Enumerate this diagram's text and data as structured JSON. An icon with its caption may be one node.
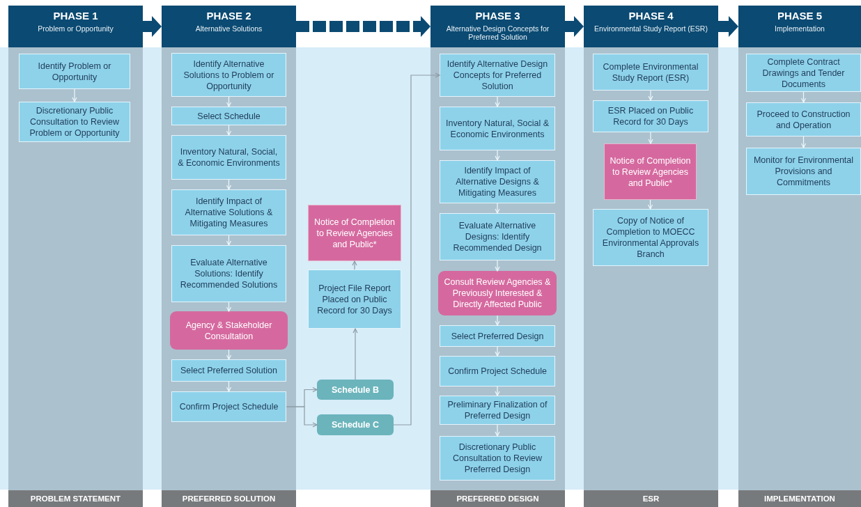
{
  "diagram": {
    "nodes": [
      {
        "text": [
          "PHASE 1",
          "Problem or Opportunity",
          "PROBLEM STATEMENT"
        ]
      },
      {
        "text": [
          "Identify Problem or Opportunity"
        ],
        "in": 0
      },
      {
        "text": [
          "Discretionary Public Consultation to Review Problem or Opportunity"
        ],
        "in": 0
      },
      {
        "text": [
          "PHASE 2",
          "Alternative Solutions",
          "PREFERRED SOLUTION"
        ]
      },
      {
        "text": [
          "Identify Alternative Solutions to Problem or Opportunity"
        ],
        "in": 3
      },
      {
        "text": [
          "Select Schedule"
        ],
        "in": 3
      },
      {
        "text": [
          "Inventory Natural, Social, & Economic Environments"
        ],
        "in": 3
      },
      {
        "text": [
          "Identify Impact of Alternative Solutions & Mitigating Measures"
        ],
        "in": 3
      },
      {
        "text": [
          "Evaluate Alternative Solutions: Identify Recommended Solutions"
        ],
        "in": 3
      },
      {
        "text": [
          "Agency & Stakeholder Consultation"
        ],
        "in": 3
      },
      {
        "text": [
          "Select Preferred Solution"
        ],
        "in": 3
      },
      {
        "text": [
          "Confirm Project Schedule"
        ],
        "in": 3
      },
      {
        "text": [
          "Notice of Completion to Review Agencies and Public*"
        ]
      },
      {
        "text": [
          "Project File Report Placed on Public Record for 30 Days"
        ]
      },
      {
        "text": [
          "Schedule B"
        ]
      },
      {
        "text": [
          "Schedule C"
        ]
      },
      {
        "text": [
          "PHASE 3",
          "Alternative Design Concepts for Preferred Solution",
          "PREFERRED DESIGN"
        ]
      },
      {
        "text": [
          "Identify Alternative Design Concepts for Preferred Solution"
        ],
        "in": 16
      },
      {
        "text": [
          "Inventory Natural, Social & Economic Environments"
        ],
        "in": 16
      },
      {
        "text": [
          "Identify Impact of Alternative Designs & Mitigating Measures"
        ],
        "in": 16
      },
      {
        "text": [
          "Evaluate Alternative Designs: Identify Recommended Design"
        ],
        "in": 16
      },
      {
        "text": [
          "Consult Review Agencies & Previously Interested & Directly Affected Public"
        ],
        "in": 16
      },
      {
        "text": [
          "Select Preferred Design"
        ],
        "in": 16
      },
      {
        "text": [
          "Confirm Project Schedule"
        ],
        "in": 16
      },
      {
        "text": [
          "Preliminary Finalization of Preferred Design"
        ],
        "in": 16
      },
      {
        "text": [
          "Discretionary Public Consultation to Review Preferred Design"
        ],
        "in": 16
      },
      {
        "text": [
          "PHASE 4",
          "Environmental Study Report (ESR)",
          "ESR"
        ]
      },
      {
        "text": [
          "Complete Environmental Study Report (ESR)"
        ],
        "in": 26
      },
      {
        "text": [
          "ESR Placed on Public Record for 30 Days"
        ],
        "in": 26
      },
      {
        "text": [
          "Notice of Completion to Review Agencies and Public*"
        ],
        "in": 26
      },
      {
        "text": [
          "Copy of Notice of Completion to MOECC Environmental Approvals Branch"
        ],
        "in": 26
      },
      {
        "text": [
          "PHASE 5",
          "Implementation",
          "IMPLEMENTATION"
        ]
      },
      {
        "text": [
          "Complete Contract Drawings and Tender Documents"
        ],
        "in": 31
      },
      {
        "text": [
          "Proceed to Construction and Operation"
        ],
        "in": 31
      },
      {
        "text": [
          "Monitor for Environmental Provisions and Commitments"
        ],
        "in": 31
      }
    ],
    "edges": [
      {
        "from": 0,
        "to": 3,
        "arrow": "to",
        "style": "thick",
        "color": "#0b4a72"
      },
      {
        "from": 3,
        "to": 16,
        "arrow": "to",
        "style": "dashed",
        "color": "#0b4a72"
      },
      {
        "from": 16,
        "to": 26,
        "arrow": "to",
        "style": "thick",
        "color": "#0b4a72"
      },
      {
        "from": 26,
        "to": 31,
        "arrow": "to",
        "style": "thick",
        "color": "#0b4a72"
      },
      {
        "from": 1,
        "to": 2,
        "arrow": "to"
      },
      {
        "from": 4,
        "to": 5,
        "arrow": "to"
      },
      {
        "from": 5,
        "to": 6,
        "arrow": "to"
      },
      {
        "from": 6,
        "to": 7,
        "arrow": "to"
      },
      {
        "from": 7,
        "to": 8,
        "arrow": "to"
      },
      {
        "from": 8,
        "to": 9,
        "arrow": "to"
      },
      {
        "from": 9,
        "to": 10,
        "arrow": "to"
      },
      {
        "from": 10,
        "to": 11,
        "arrow": "to"
      },
      {
        "from": 11,
        "to": 14,
        "arrow": "to",
        "color": "#8c9ba5"
      },
      {
        "from": 11,
        "to": 15,
        "arrow": "to",
        "color": "#8c9ba5"
      },
      {
        "from": 14,
        "to": 13,
        "arrow": "to",
        "color": "#8c9ba5"
      },
      {
        "from": 13,
        "to": 12,
        "arrow": "to",
        "color": "#8c9ba5"
      },
      {
        "from": 15,
        "to": 17,
        "arrow": "to",
        "color": "#8c9ba5"
      },
      {
        "from": 17,
        "to": 18,
        "arrow": "to"
      },
      {
        "from": 18,
        "to": 19,
        "arrow": "to"
      },
      {
        "from": 19,
        "to": 20,
        "arrow": "to"
      },
      {
        "from": 20,
        "to": 21,
        "arrow": "to"
      },
      {
        "from": 21,
        "to": 22,
        "arrow": "to"
      },
      {
        "from": 22,
        "to": 23,
        "arrow": "to"
      },
      {
        "from": 23,
        "to": 24,
        "arrow": "to"
      },
      {
        "from": 24,
        "to": 25,
        "arrow": "to"
      },
      {
        "from": 27,
        "to": 28,
        "arrow": "to"
      },
      {
        "from": 28,
        "to": 29,
        "arrow": "to"
      },
      {
        "from": 29,
        "to": 30,
        "arrow": "to"
      },
      {
        "from": 32,
        "to": 33,
        "arrow": "to"
      },
      {
        "from": 33,
        "to": 34,
        "arrow": "to"
      }
    ]
  }
}
